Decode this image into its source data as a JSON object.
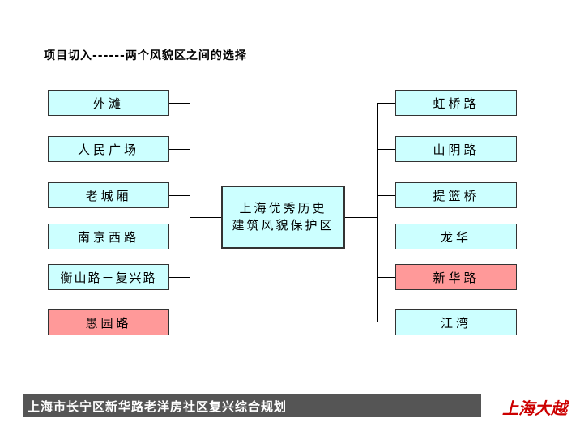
{
  "title": "项目切入------两个风貌区之间的选择",
  "center_line1": "上海优秀历史",
  "center_line2": "建筑风貌保护区",
  "left_items": [
    "外滩",
    "人民广场",
    "老城厢",
    "南京西路",
    "衡山路－复兴路",
    "愚园路"
  ],
  "right_items": [
    "虹桥路",
    "山阴路",
    "提篮桥",
    "龙华",
    "新华路",
    "江湾"
  ],
  "footer": "上海市长宁区新华路老洋房社区复兴综合规划",
  "logo": "上海大越",
  "colors": {
    "box_default": "#ccffff",
    "box_highlight": "#ff9999",
    "footer_bg": "#555555",
    "logo": "#cc0000"
  },
  "highlighted": [
    "愚园路",
    "新华路"
  ]
}
